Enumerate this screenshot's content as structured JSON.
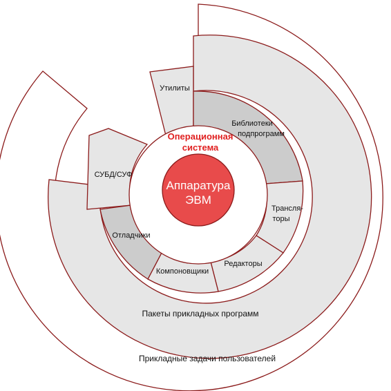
{
  "colors": {
    "border": "#8b1a1a",
    "segment_light": "#e6e6e6",
    "segment_dark": "#cccccc",
    "core_fill": "#e84b4b",
    "os_text": "#e02020",
    "background": "#ffffff"
  },
  "core": {
    "line1": "Аппаратура",
    "line2": "ЭВМ"
  },
  "os": {
    "line1": "Операционная",
    "line2": "система"
  },
  "segments": {
    "libraries": {
      "line1": "Библиотеки",
      "line2": "подпрограмм"
    },
    "translators": {
      "line1": "Трансля-",
      "line2": "торы"
    },
    "editors": "Редакторы",
    "linkers": "Компоновщики",
    "debuggers": "Отладчики",
    "dbms": "СУБД/СУФ",
    "utilities": "Утилиты"
  },
  "application_packages": "Пакеты прикладных программ",
  "user_tasks": "Прикладные задачи пользователей"
}
